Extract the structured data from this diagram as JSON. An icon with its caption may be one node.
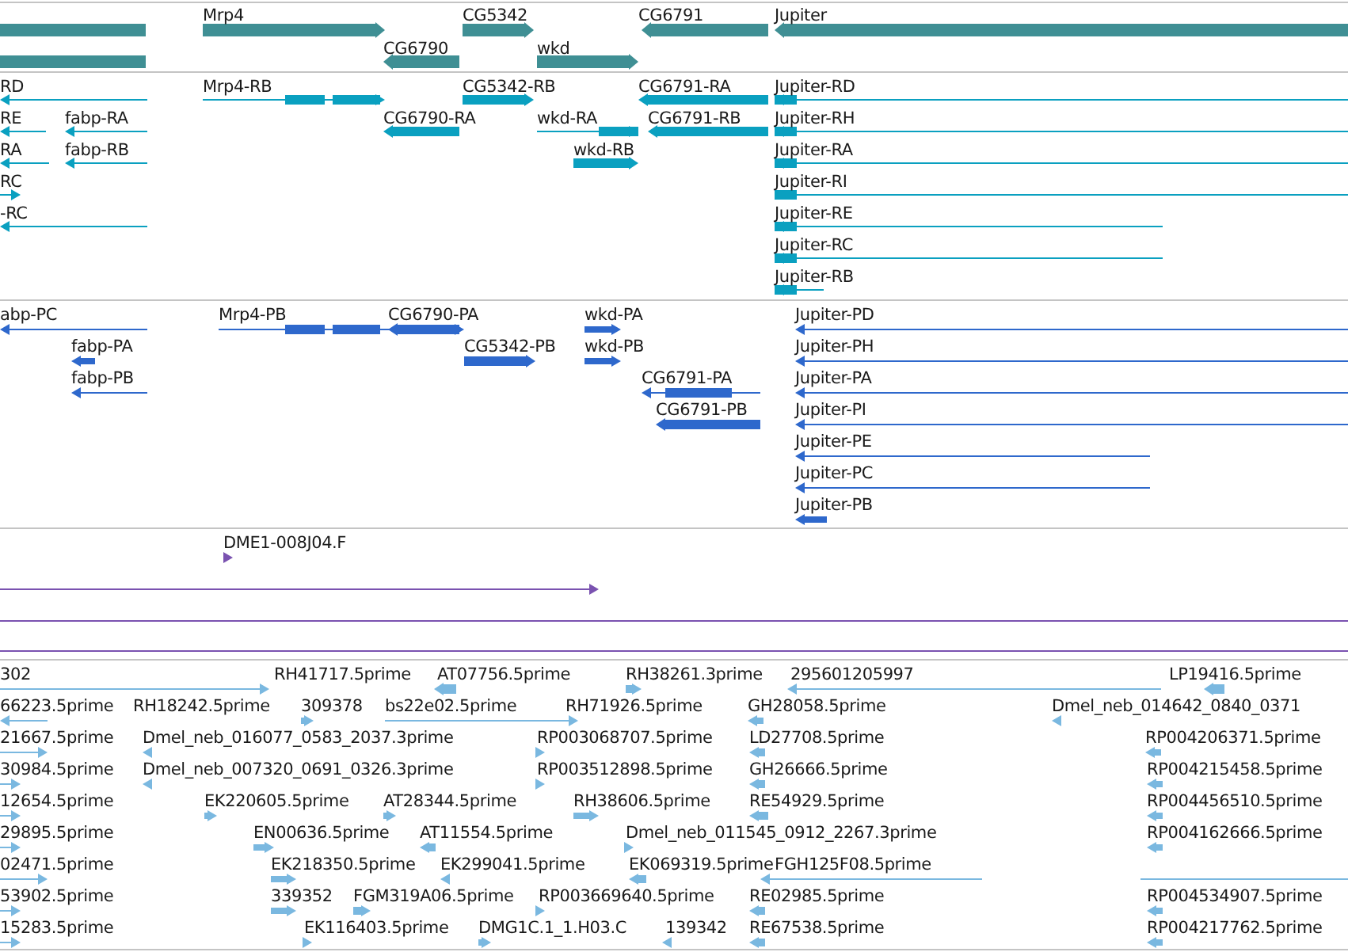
{
  "diagram": {
    "labels": [
      "Mrp4",
      "CG5342",
      "CG6791",
      "Jupiter",
      "CG6790",
      "wkd",
      "RD",
      "Mrp4-RB",
      "CG5342-RB",
      "CG6791-RA",
      "Jupiter-RD",
      "RE",
      "fabp-RA",
      "CG6790-RA",
      "wkd-RA",
      "CG6791-RB",
      "Jupiter-RH",
      "RA",
      "fabp-RB",
      "wkd-RB",
      "Jupiter-RA",
      "RC",
      "Jupiter-RI",
      "-RC",
      "Jupiter-RE",
      "Jupiter-RC",
      "Jupiter-RB",
      "abp-PC",
      "Mrp4-PB",
      "CG6790-PA",
      "wkd-PA",
      "Jupiter-PD",
      "fabp-PA",
      "CG5342-PB",
      "wkd-PB",
      "Jupiter-PH",
      "fabp-PB",
      "CG6791-PA",
      "Jupiter-PA",
      "CG6791-PB",
      "Jupiter-PI",
      "Jupiter-PE",
      "Jupiter-PC",
      "Jupiter-PB",
      "DME1-008J04.F",
      "302",
      "RH41717.5prime",
      "AT07756.5prime",
      "RH38261.3prime",
      "295601205997",
      "LP19416.5prime",
      "66223.5prime",
      "RH18242.5prime",
      "309378",
      "bs22e02.5prime",
      "RH71926.5prime",
      "GH28058.5prime",
      "Dmel_neb_014642_0840_0371",
      "21667.5prime",
      "Dmel_neb_016077_0583_2037.3prime",
      "RP003068707.5prime",
      "LD27708.5prime",
      "RP004206371.5prime",
      "30984.5prime",
      "Dmel_neb_007320_0691_0326.3prime",
      "RP003512898.5prime",
      "GH26666.5prime",
      "RP004215458.5prime",
      "12654.5prime",
      "EK220605.5prime",
      "AT28344.5prime",
      "RH38606.5prime",
      "RE54929.5prime",
      "RP004456510.5prime",
      "29895.5prime",
      "EN00636.5prime",
      "AT11554.5prime",
      "Dmel_neb_011545_0912_2267.3prime",
      "RP004162666.5prime",
      "02471.5prime",
      "EK218350.5prime",
      "EK299041.5prime",
      "EK069319.5prime",
      "FGH125F08.5prime",
      "53902.5prime",
      "339352",
      "FGM319A06.5prime",
      "RP003669640.5prime",
      "RE02985.5prime",
      "RP004534907.5prime",
      "15283.5prime",
      "EK116403.5prime",
      "DMG1C.1_1.H03.C",
      "139342",
      "RE67538.5prime",
      "RP004217762.5prime"
    ]
  }
}
